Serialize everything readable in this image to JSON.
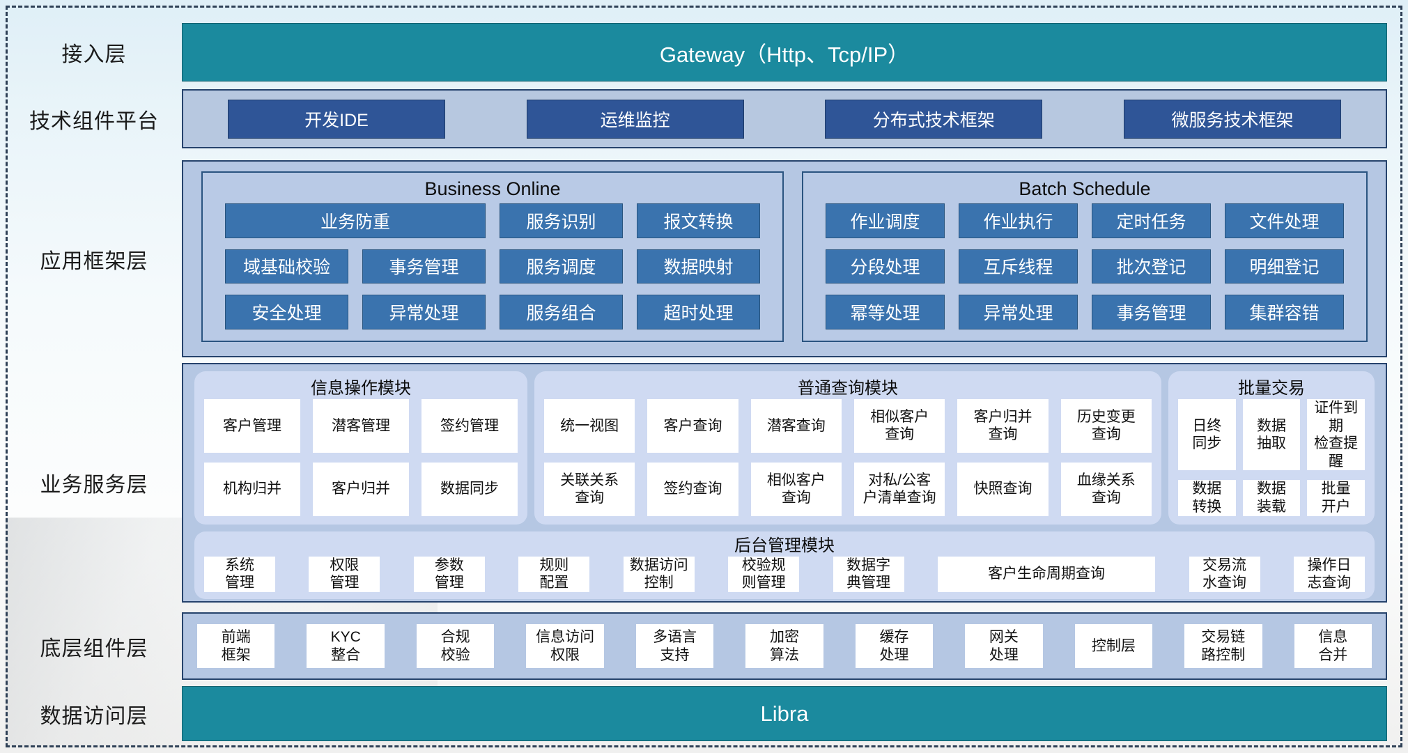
{
  "colors": {
    "teal": "#1B8A9E",
    "dark_blue_button": "#2F5597",
    "steel_blue_button": "#3A73AE",
    "container_fill": "#B5C7E3",
    "module_fill": "#CFDAF2",
    "container_border": "#26436C",
    "dashed_frame": "#2E4056"
  },
  "gateway": {
    "layer_label": "接入层",
    "title": "Gateway（Http、Tcp/IP）"
  },
  "tech_platform": {
    "layer_label": "技术组件平台",
    "buttons": [
      "开发IDE",
      "运维监控",
      "分布式技术框架",
      "微服务技术框架"
    ]
  },
  "app_framework": {
    "layer_label": "应用框架层",
    "business_online": {
      "title": "Business Online",
      "row1": [
        "业务防重",
        "服务识别",
        "报文转换"
      ],
      "row2": [
        "域基础校验",
        "事务管理",
        "服务调度",
        "数据映射"
      ],
      "row3": [
        "安全处理",
        "异常处理",
        "服务组合",
        "超时处理"
      ]
    },
    "batch_schedule": {
      "title": "Batch Schedule",
      "row1": [
        "作业调度",
        "作业执行",
        "定时任务",
        "文件处理"
      ],
      "row2": [
        "分段处理",
        "互斥线程",
        "批次登记",
        "明细登记"
      ],
      "row3": [
        "幂等处理",
        "异常处理",
        "事务管理",
        "集群容错"
      ]
    }
  },
  "business_service": {
    "layer_label": "业务服务层",
    "info_module": {
      "title": "信息操作模块",
      "row1": [
        "客户管理",
        "潜客管理",
        "签约管理"
      ],
      "row2": [
        "机构归并",
        "客户归并",
        "数据同步"
      ]
    },
    "query_module": {
      "title": "普通查询模块",
      "row1": [
        "统一视图",
        "客户查询",
        "潜客查询",
        "相似客户\n查询",
        "客户归并\n查询",
        "历史变更\n查询"
      ],
      "row2": [
        "关联关系\n查询",
        "签约查询",
        "相似客户\n查询",
        "对私/公客\n户清单查询",
        "快照查询",
        "血缘关系\n查询"
      ]
    },
    "batch_module": {
      "title": "批量交易",
      "row1": [
        "日终\n同步",
        "数据\n抽取",
        "证件到期\n检查提醒"
      ],
      "row2": [
        "数据\n转换",
        "数据\n装载",
        "批量\n开户"
      ]
    },
    "admin_module": {
      "title": "后台管理模块",
      "items": [
        "系统\n管理",
        "权限\n管理",
        "参数\n管理",
        "规则\n配置",
        "数据访问\n控制",
        "校验规\n则管理",
        "数据字\n典管理",
        "客户生命周期查询",
        "交易流\n水查询",
        "操作日\n志查询"
      ]
    }
  },
  "base_components": {
    "layer_label": "底层组件层",
    "items": [
      "前端\n框架",
      "KYC\n整合",
      "合规\n校验",
      "信息访问\n权限",
      "多语言\n支持",
      "加密\n算法",
      "缓存\n处理",
      "网关\n处理",
      "控制层",
      "交易链\n路控制",
      "信息\n合并"
    ]
  },
  "data_access": {
    "layer_label": "数据访问层",
    "title": "Libra"
  }
}
